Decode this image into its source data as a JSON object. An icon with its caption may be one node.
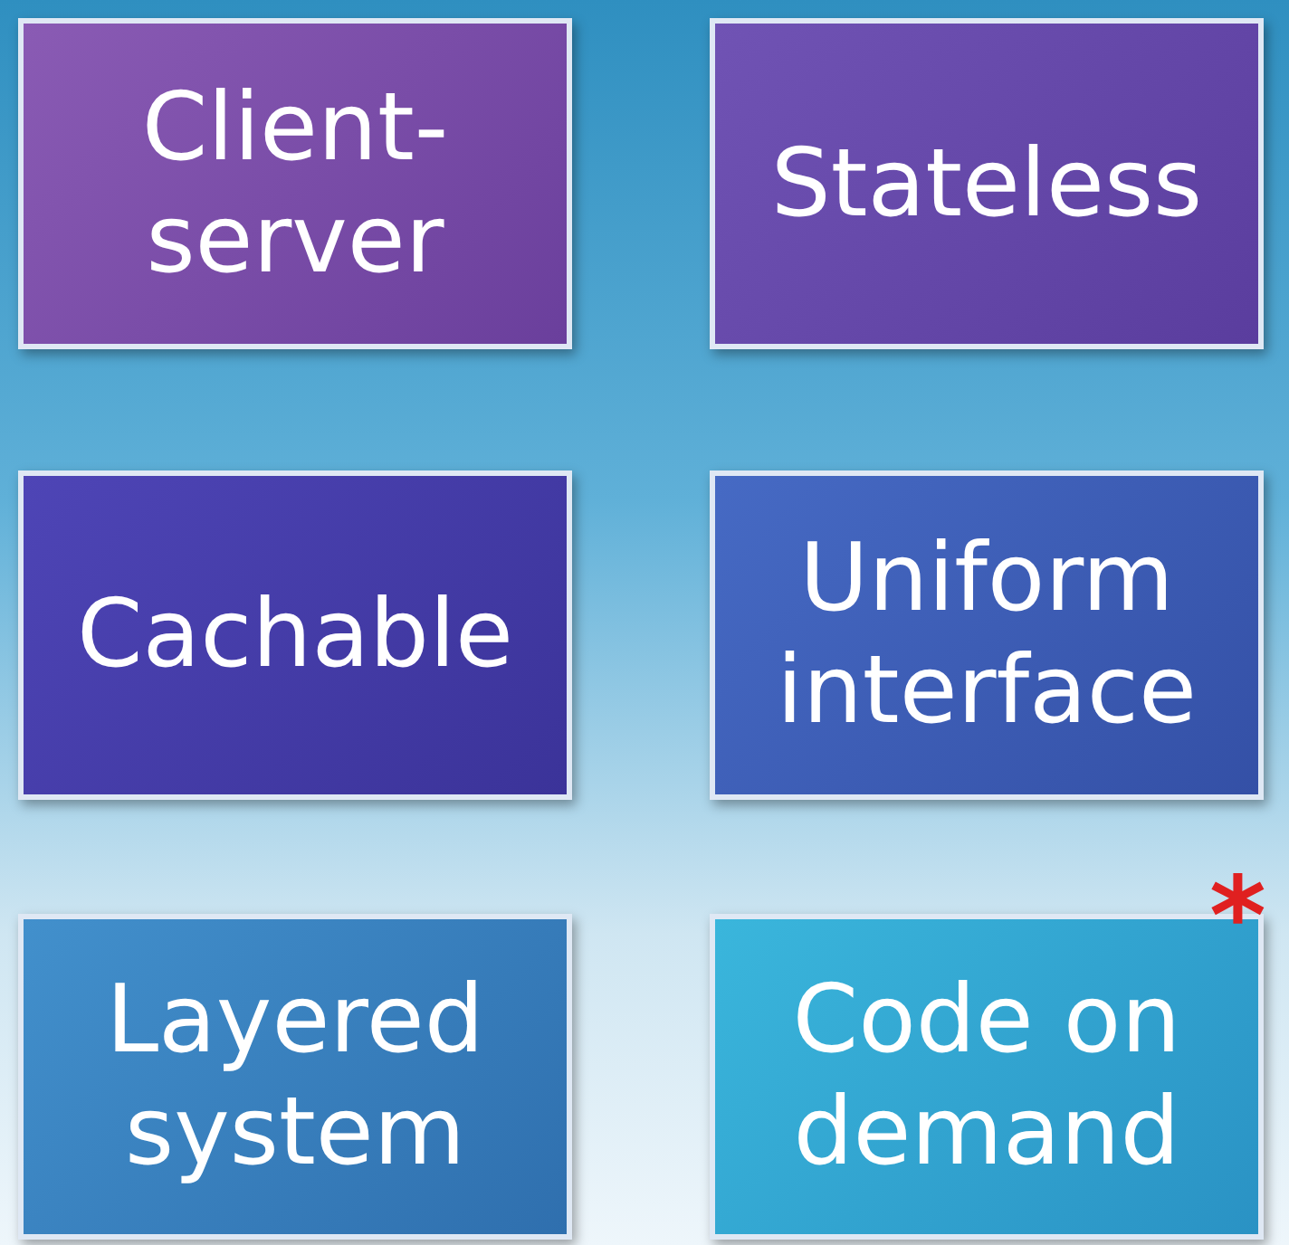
{
  "diagram": {
    "nodes": [
      {
        "text": [
          "Client-server"
        ]
      },
      {
        "text": [
          "Stateless"
        ]
      },
      {
        "text": [
          "Cachable"
        ]
      },
      {
        "text": [
          "Uniform interface"
        ]
      },
      {
        "text": [
          "Layered system"
        ]
      },
      {
        "text": [
          "Code on demand"
        ],
        "beside": [
          "*"
        ]
      }
    ]
  }
}
